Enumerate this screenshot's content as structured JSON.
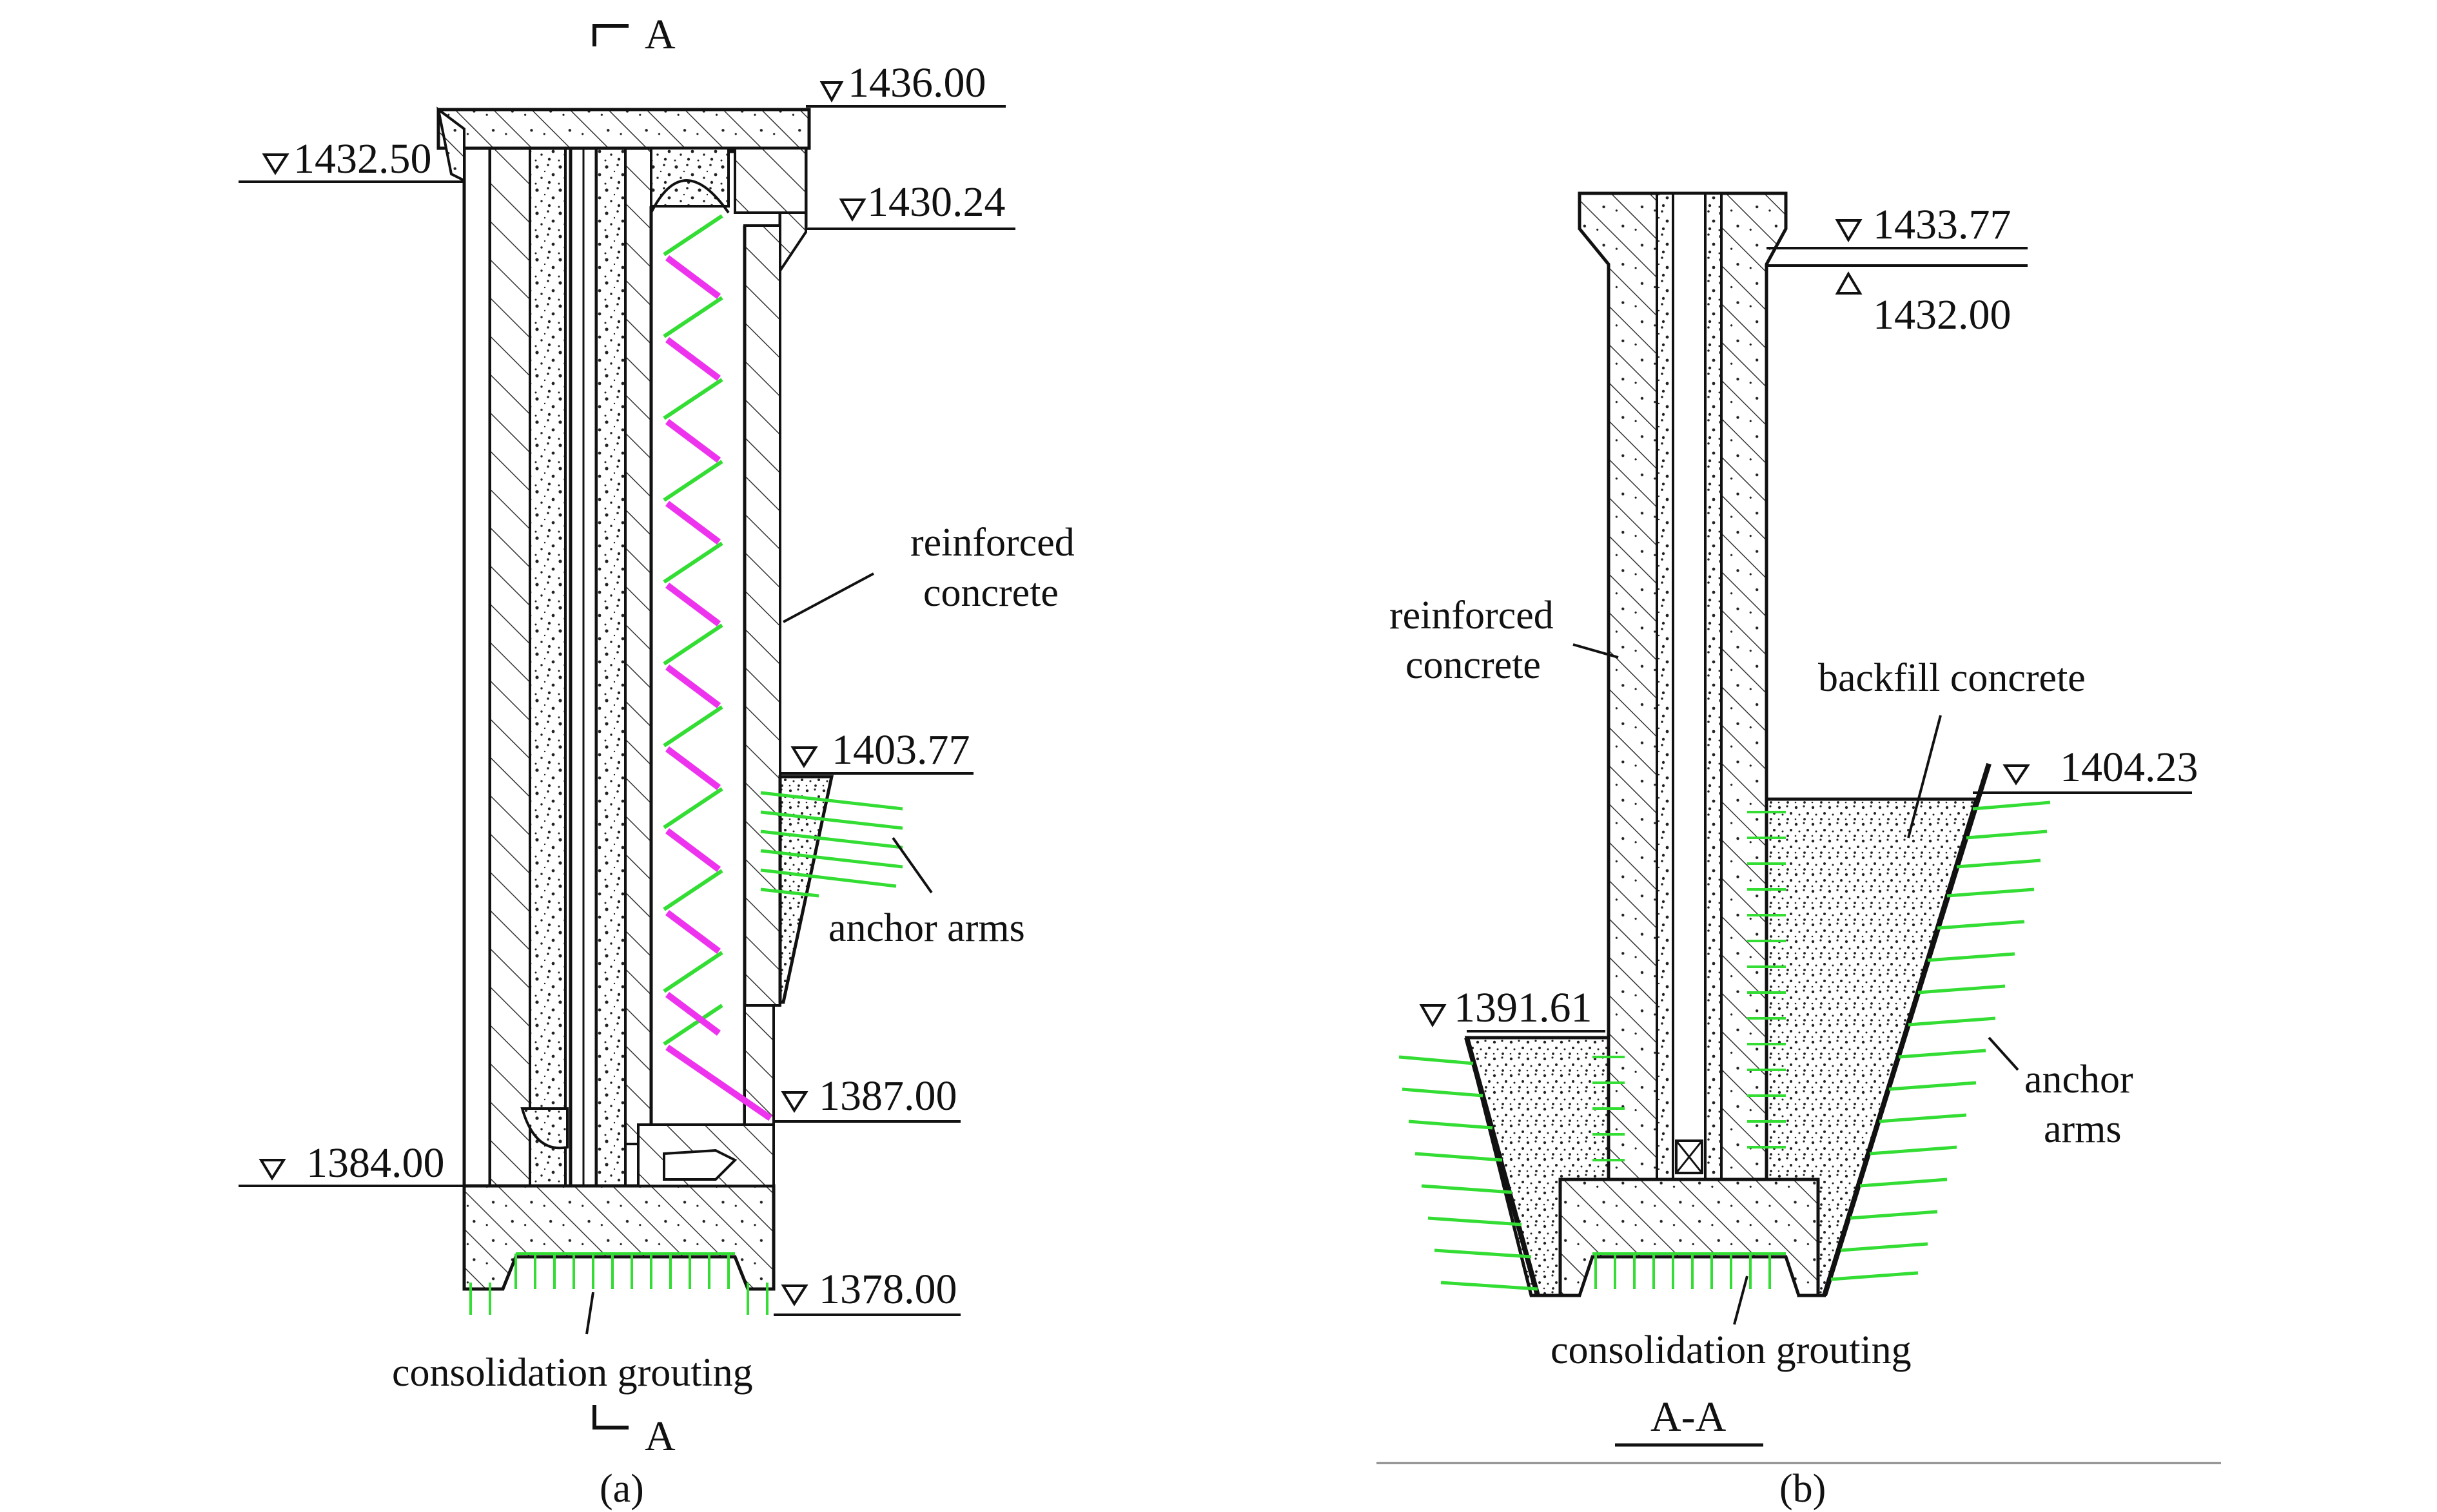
{
  "section_marks": {
    "top": "A",
    "bottom": "A"
  },
  "panel_a": {
    "caption": "(a)",
    "elevations": {
      "e1436": "1436.00",
      "e1432_5": "1432.50",
      "e1430_24": "1430.24",
      "e1403_77": "1403.77",
      "e1387": "1387.00",
      "e1384": "1384.00",
      "e1378": "1378.00"
    },
    "labels": {
      "reinforced_1": "reinforced",
      "reinforced_2": "concrete",
      "anchor_arms": "anchor arms",
      "grouting": "consolidation grouting"
    }
  },
  "panel_b": {
    "caption": "(b)",
    "section_title": "A-A",
    "elevations": {
      "e1433_77": "1433.77",
      "e1432": "1432.00",
      "e1404_23": "1404.23",
      "e1391_61": "1391.61"
    },
    "labels": {
      "reinforced_1": "reinforced",
      "reinforced_2": "concrete",
      "backfill": "backfill concrete",
      "anchor_1": "anchor",
      "anchor_2": "arms",
      "grouting": "consolidation grouting"
    }
  },
  "colors": {
    "line": "#111111",
    "anchor_green": "#33dd33",
    "stair_magenta": "#ee33ee",
    "hatch": "#333333"
  }
}
